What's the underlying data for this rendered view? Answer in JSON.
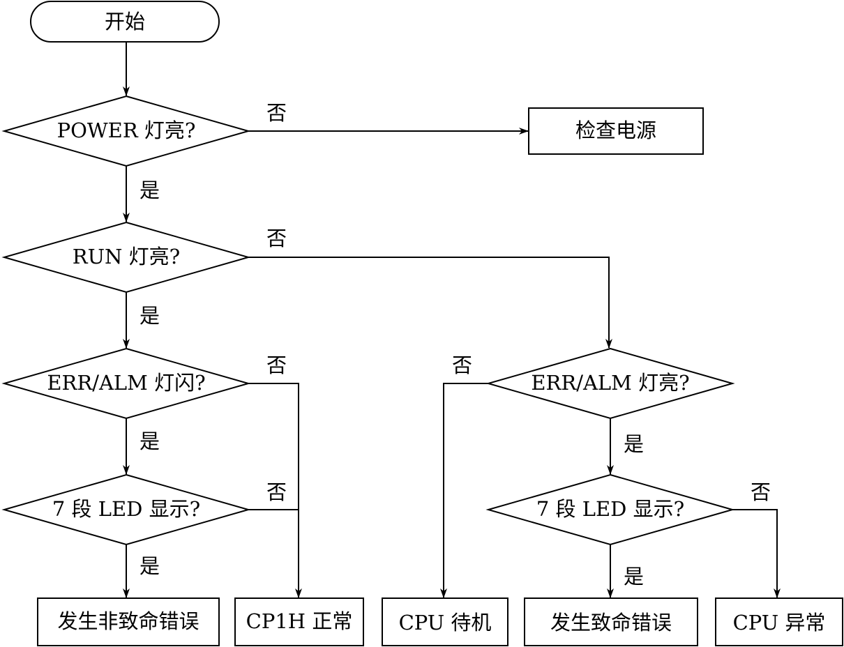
{
  "nodes": {
    "start": "开始",
    "power": "POWER 灯亮?",
    "check_power": "检查电源",
    "run": "RUN 灯亮?",
    "err_flash": "ERR/ALM 灯闪?",
    "err_on": "ERR/ALM 灯亮?",
    "led_left": "7 段 LED 显示?",
    "led_right": "7 段 LED 显示?",
    "nonfatal": "发生非致命错误",
    "normal": "CP1H 正常",
    "standby": "CPU 待机",
    "fatal": "发生致命错误",
    "abnormal": "CPU 异常"
  },
  "labels": {
    "yes": "是",
    "no": "否"
  }
}
